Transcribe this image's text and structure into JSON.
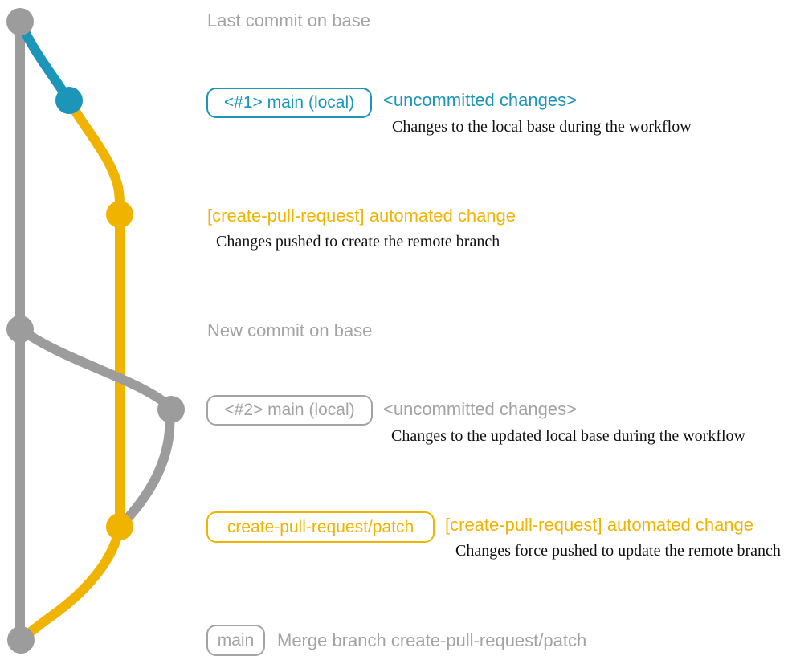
{
  "colors": {
    "gray": "#9C9C9C",
    "grayText": "#A3A3A3",
    "teal": "#1B95B8",
    "yellow": "#F0B400",
    "ink": "#111111",
    "background": "#FFFFFF"
  },
  "rows": {
    "lastCommit": {
      "title": "Last commit on base"
    },
    "localMain1": {
      "box": "<#1> main (local)",
      "title": "<uncommitted changes>",
      "desc": "Changes to the local base during the workflow"
    },
    "autoChange1": {
      "title": "[create-pull-request] automated change",
      "desc": "Changes pushed to create the remote branch"
    },
    "newCommit": {
      "title": "New commit on base"
    },
    "localMain2": {
      "box": "<#2> main (local)",
      "title": "<uncommitted changes>",
      "desc": "Changes to the updated local base during the workflow"
    },
    "autoChange2": {
      "box": "create-pull-request/patch",
      "title": "[create-pull-request] automated change",
      "desc": "Changes force pushed to update the remote branch"
    },
    "mergeCommit": {
      "box": "main",
      "title": "Merge branch create-pull-request/patch"
    }
  },
  "graph": {
    "branch_names": [
      "base",
      "main (local)",
      "create-pull-request/patch"
    ],
    "commit_count": 7
  }
}
